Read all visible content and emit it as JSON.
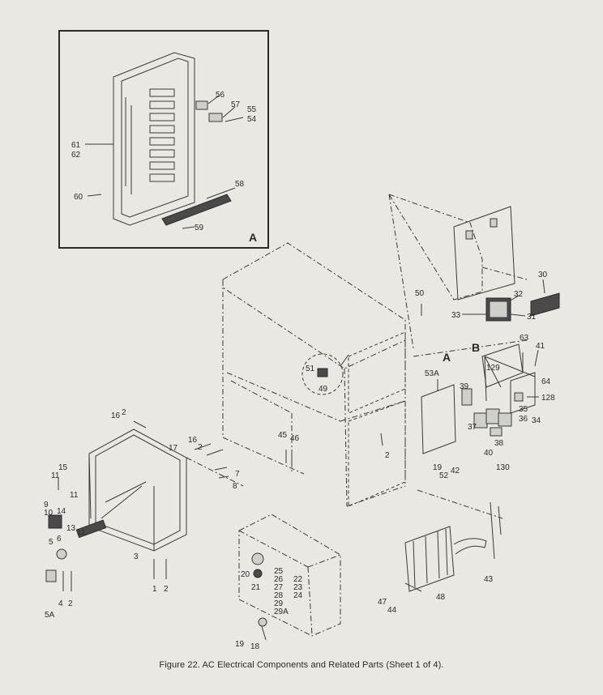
{
  "caption": "Figure 22.  AC Electrical Components and Related Parts (Sheet 1 of 4).",
  "detail_label": "A",
  "callouts": {
    "a": "A",
    "b": "B"
  },
  "parts": [
    "56",
    "57",
    "55",
    "54",
    "61",
    "62",
    "58",
    "60",
    "59",
    "50",
    "30",
    "32",
    "33",
    "31",
    "63",
    "41",
    "53A",
    "129",
    "64",
    "39",
    "128",
    "35",
    "36",
    "34",
    "37",
    "38",
    "40",
    "19",
    "52",
    "42",
    "130",
    "51",
    "49",
    "45",
    "46",
    "2",
    "16",
    "2",
    "17",
    "16",
    "2",
    "7",
    "8",
    "15",
    "11",
    "11",
    "9",
    "10",
    "14",
    "13",
    "11",
    "5",
    "6",
    "4",
    "2",
    "5A",
    "3",
    "1",
    "2",
    "20",
    "25",
    "26",
    "27",
    "28",
    "29",
    "29A",
    "21",
    "22",
    "23",
    "24",
    "19",
    "18",
    "43",
    "47",
    "44",
    "48"
  ]
}
